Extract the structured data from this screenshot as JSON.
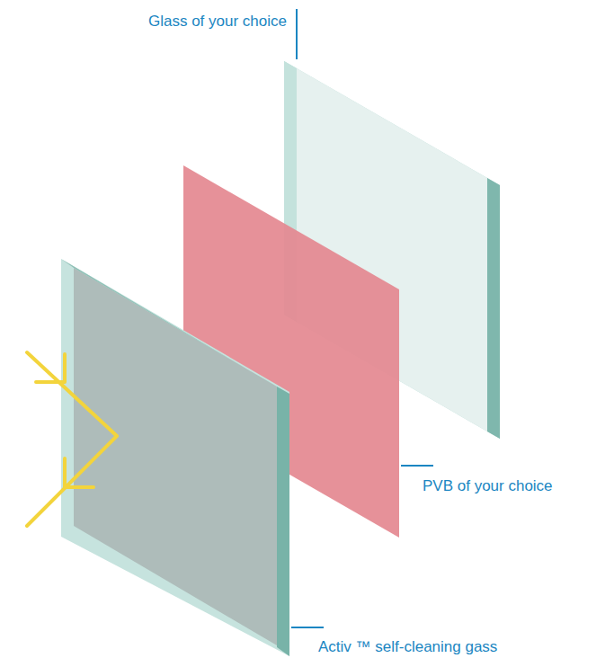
{
  "diagram": {
    "labels": [
      "Glass of your choice",
      "PVB of your choice",
      "Activ ™ self-cleaning gass"
    ]
  }
}
